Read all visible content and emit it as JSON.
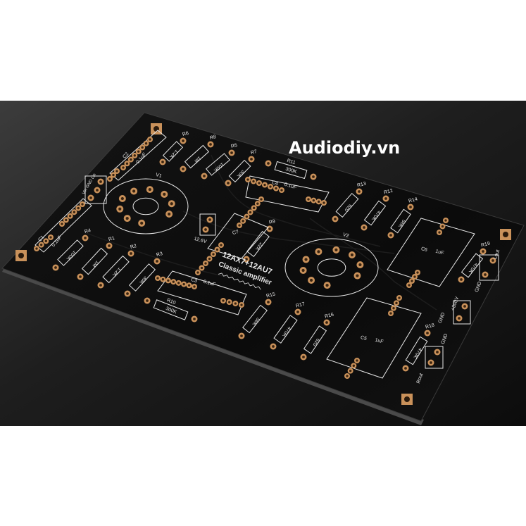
{
  "watermark": "Audiodiy.vn",
  "board": {
    "title_line1": "12AX7+12AU7",
    "title_line2": "Classic amplifier",
    "color": "#0c0c0c",
    "pad_color": "#c9915a",
    "silk_color": "#e8e8e8"
  },
  "tubes": [
    {
      "ref": "V1",
      "pins": 9
    },
    {
      "ref": "V2",
      "pins": 9
    }
  ],
  "resistors": [
    {
      "ref": "R6",
      "value": "1.2K"
    },
    {
      "ref": "R8",
      "value": "1M"
    },
    {
      "ref": "R5",
      "value": "100K"
    },
    {
      "ref": "R7",
      "value": "30K"
    },
    {
      "ref": "R11",
      "value": "300K"
    },
    {
      "ref": "R13",
      "value": "620"
    },
    {
      "ref": "R12",
      "value": "470K"
    },
    {
      "ref": "R14",
      "value": "56K"
    },
    {
      "ref": "R4",
      "value": "100K"
    },
    {
      "ref": "R1",
      "value": "1M"
    },
    {
      "ref": "R2",
      "value": "1.2K"
    },
    {
      "ref": "R3",
      "value": "30K"
    },
    {
      "ref": "R10",
      "value": "300K"
    },
    {
      "ref": "R9",
      "value": "22K"
    },
    {
      "ref": "R15",
      "value": "56K"
    },
    {
      "ref": "R17",
      "value": "470K"
    },
    {
      "ref": "R16",
      "value": "620"
    },
    {
      "ref": "R19",
      "value": "470K"
    },
    {
      "ref": "R18",
      "value": "470K"
    }
  ],
  "capacitors": [
    {
      "ref": "C2",
      "value": "0.1uF"
    },
    {
      "ref": "C1",
      "value": "0.1uF"
    },
    {
      "ref": "C4",
      "value": "0.1uF"
    },
    {
      "ref": "C3",
      "value": "0.1uF"
    },
    {
      "ref": "C7",
      "value": ""
    },
    {
      "ref": "C6",
      "value": "1uF"
    },
    {
      "ref": "C5",
      "value": "1uF"
    }
  ],
  "connectors": {
    "heater": "12.6V",
    "input": "Vin GND Lin",
    "lout": "Lout",
    "lout_gnd": "GND",
    "hv": "+300V",
    "hv_gnd": "GND",
    "rout": "Rout",
    "rout_gnd": "GND"
  }
}
